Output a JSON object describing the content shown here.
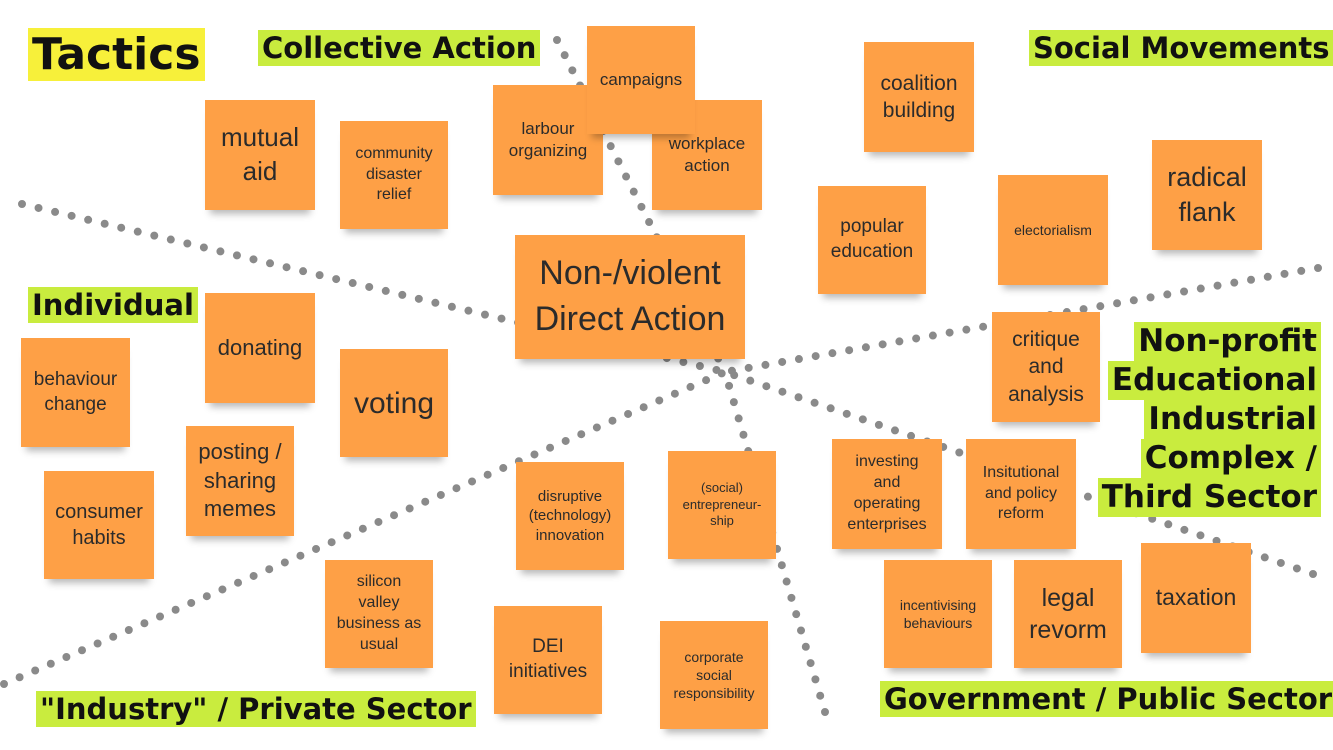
{
  "title": "Tactics",
  "categories": {
    "collective": "Collective Action",
    "social": "Social Movements",
    "individual": "Individual",
    "nonprofit": [
      "Non-profit",
      "Educational",
      "Industrial",
      "Complex /",
      "Third Sector"
    ],
    "industry": "\"Industry\" / Private Sector",
    "government": "Government / Public Sector"
  },
  "notes": {
    "mutual_aid": "mutual\naid",
    "community_disaster_relief": "community\ndisaster\nrelief",
    "labour_organizing": "larbour\norganizing",
    "campaigns": "campaigns",
    "workplace_action": "workplace\naction",
    "coalition_building": "coalition\nbuilding",
    "radical_flank": "radical\nflank",
    "popular_education": "popular\neducation",
    "electoralism": "electorialism",
    "direct_action": "Non-/violent\nDirect Action",
    "donating": "donating",
    "voting": "voting",
    "behaviour_change": "behaviour\nchange",
    "posting_memes": "posting /\nsharing\nmemes",
    "consumer_habits": "consumer\nhabits",
    "critique_analysis": "critique\nand\nanalysis",
    "disruptive_innovation": "disruptive\n(technology)\ninnovation",
    "social_entrepreneurship": "(social)\nentrepreneur-\nship",
    "investing_enterprises": "investing\nand\noperating\nenterprises",
    "institutional_reform": "Insitutional\nand policy\nreform",
    "silicon_valley": "silicon\nvalley\nbusiness as\nusual",
    "dei_initiatives": "DEI\ninitiatives",
    "corporate_responsibility": "corporate\nsocial\nresponsibility",
    "incentivising_behaviours": "incentivising\nbehaviours",
    "legal_reform": "legal\nrevorm",
    "taxation": "taxation"
  },
  "colors": {
    "note": "#fea046",
    "label_highlight": "#c9ec3e",
    "title_highlight": "#f7f03a",
    "dotted_line": "#8a8a8a"
  }
}
